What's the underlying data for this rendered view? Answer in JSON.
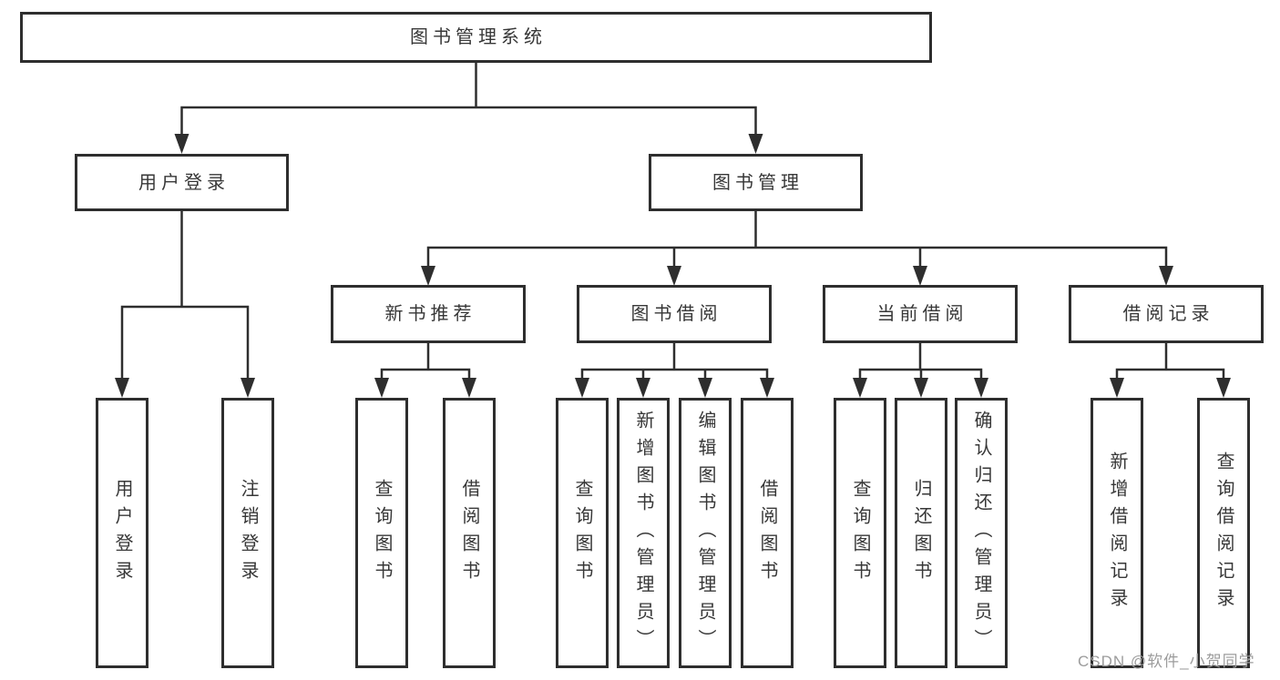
{
  "tree": {
    "root": {
      "label": "图书管理系统"
    },
    "branches": [
      {
        "label": "用户登录",
        "children": [
          {
            "label": "用户登录"
          },
          {
            "label": "注销登录"
          }
        ]
      },
      {
        "label": "图书管理",
        "children": [
          {
            "label": "新书推荐",
            "children": [
              {
                "label": "查询图书"
              },
              {
                "label": "借阅图书"
              }
            ]
          },
          {
            "label": "图书借阅",
            "children": [
              {
                "label": "查询图书"
              },
              {
                "label": "新增图书（管理员）"
              },
              {
                "label": "编辑图书（管理员）"
              },
              {
                "label": "借阅图书"
              }
            ]
          },
          {
            "label": "当前借阅",
            "children": [
              {
                "label": "查询图书"
              },
              {
                "label": "归还图书"
              },
              {
                "label": "确认归还（管理员）"
              }
            ]
          },
          {
            "label": "借阅记录",
            "children": [
              {
                "label": "新增借阅记录"
              },
              {
                "label": "查询借阅记录"
              }
            ]
          }
        ]
      }
    ]
  },
  "watermark": "CSDN @软件_小贺同学",
  "colors": {
    "line": "#2e2e2e",
    "box_border": "#2e2e2e",
    "box_fill": "#ffffff",
    "text": "#373737",
    "watermark": "#9c9c9c",
    "background": "#ffffff"
  }
}
